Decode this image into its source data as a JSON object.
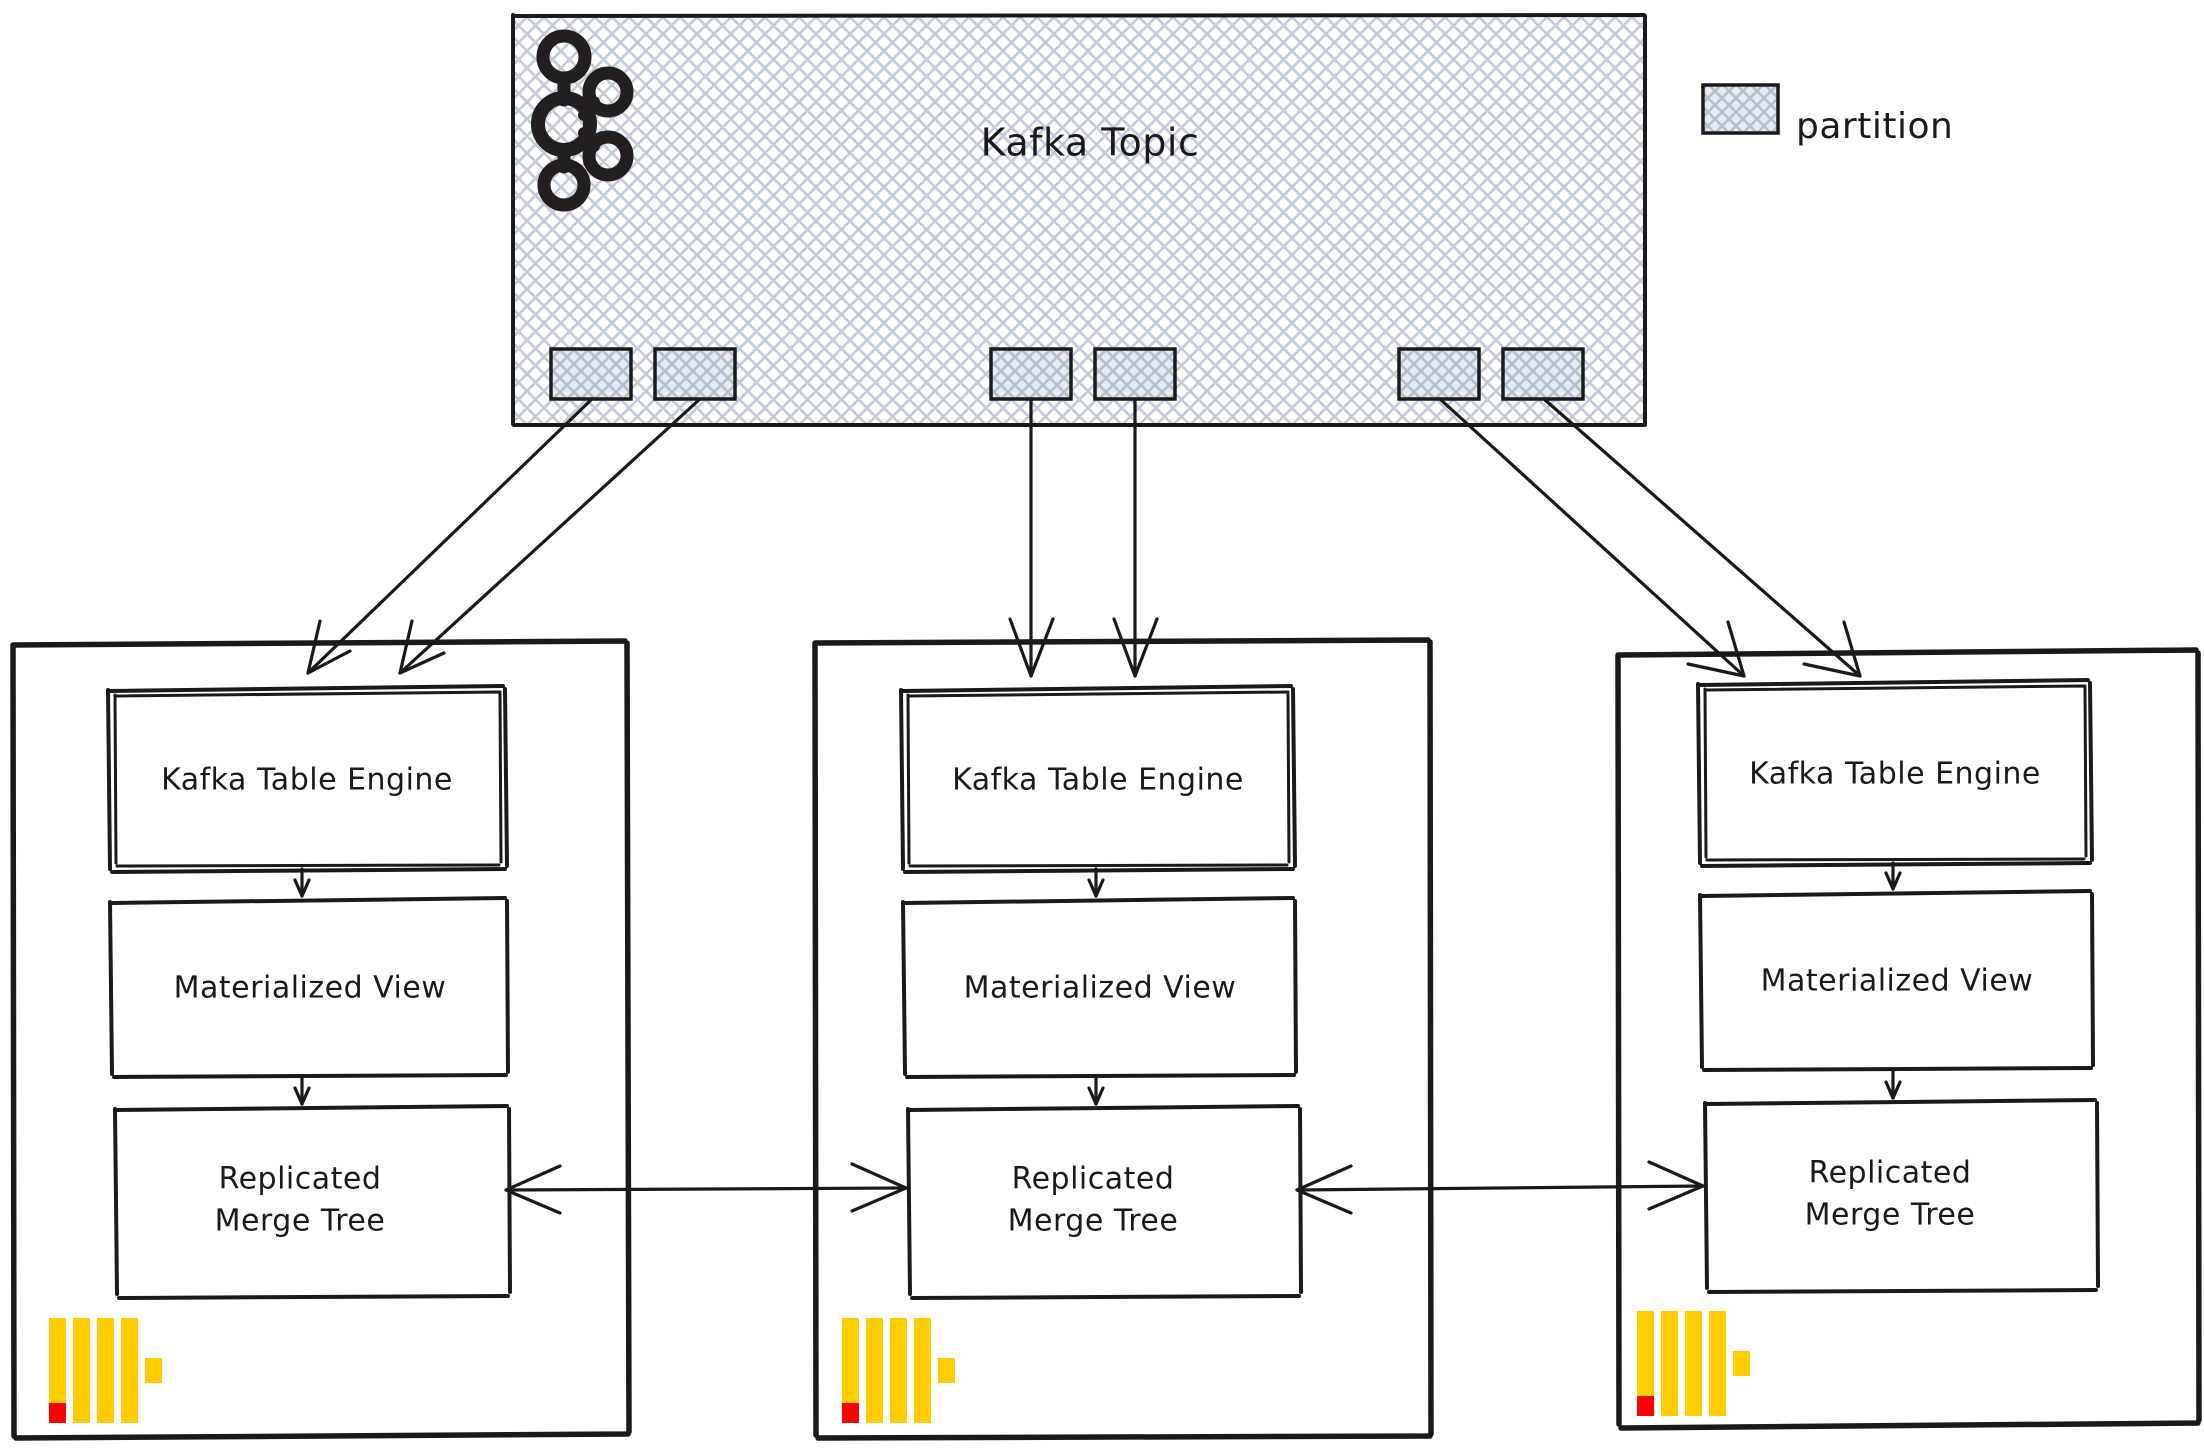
{
  "diagram": {
    "title_visible": false,
    "colors": {
      "ink": "#1a1a1a",
      "hatch": "#c3cad8",
      "partition_fill": "#dfe3ea",
      "clickhouse_yellow": "#FFCC00",
      "clickhouse_red": "#FF0000",
      "background": "#ffffff"
    }
  },
  "kafka_topic": {
    "label": "Kafka Topic",
    "logo_name": "kafka-logo",
    "partitions": [
      {
        "id": "p1",
        "cluster": 1
      },
      {
        "id": "p2",
        "cluster": 1
      },
      {
        "id": "p3",
        "cluster": 2
      },
      {
        "id": "p4",
        "cluster": 2
      },
      {
        "id": "p5",
        "cluster": 3
      },
      {
        "id": "p6",
        "cluster": 3
      }
    ]
  },
  "legend": {
    "swatch_name": "partition-swatch",
    "label": "partition"
  },
  "clusters": [
    {
      "id": "cluster-1",
      "logo_name": "clickhouse-logo",
      "nodes": [
        {
          "id": "kafka-table-engine-1",
          "label": "Kafka Table Engine"
        },
        {
          "id": "materialized-view-1",
          "label": "Materialized View"
        },
        {
          "id": "replicated-merge-tree-1",
          "label": "Replicated\nMerge Tree",
          "line1": "Replicated",
          "line2": "Merge Tree"
        }
      ]
    },
    {
      "id": "cluster-2",
      "logo_name": "clickhouse-logo",
      "nodes": [
        {
          "id": "kafka-table-engine-2",
          "label": "Kafka Table Engine"
        },
        {
          "id": "materialized-view-2",
          "label": "Materialized View"
        },
        {
          "id": "replicated-merge-tree-2",
          "label": "Replicated\nMerge Tree",
          "line1": "Replicated",
          "line2": "Merge Tree"
        }
      ]
    },
    {
      "id": "cluster-3",
      "logo_name": "clickhouse-logo",
      "nodes": [
        {
          "id": "kafka-table-engine-3",
          "label": "Kafka Table Engine"
        },
        {
          "id": "materialized-view-3",
          "label": "Materialized View"
        },
        {
          "id": "replicated-merge-tree-3",
          "label": "Replicated\nMerge Tree",
          "line1": "Replicated",
          "line2": "Merge Tree"
        }
      ]
    }
  ],
  "replication_links": [
    {
      "id": "link-1-2",
      "bidirectional": true
    },
    {
      "id": "link-2-3",
      "bidirectional": true
    }
  ]
}
